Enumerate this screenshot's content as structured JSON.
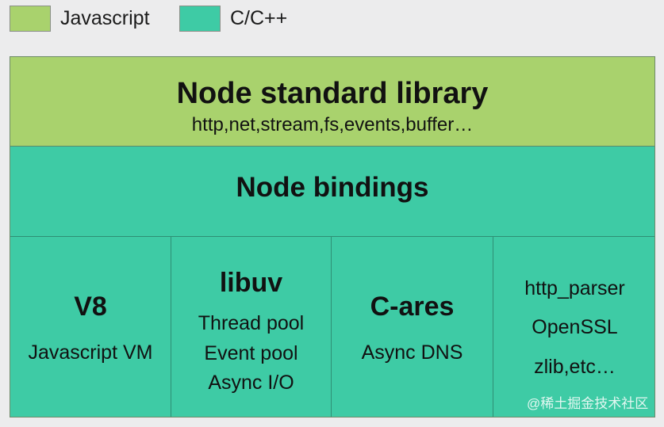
{
  "colors": {
    "javascript": "#a9d26d",
    "cpp": "#3ecba5",
    "background": "#ececed"
  },
  "legend": [
    {
      "label": "Javascript",
      "color": "#a9d26d"
    },
    {
      "label": "C/C++",
      "color": "#3ecba5"
    }
  ],
  "standard_library": {
    "title": "Node standard library",
    "modules": "http,net,stream,fs,events,buffer…"
  },
  "bindings": {
    "title": "Node bindings"
  },
  "dependencies": [
    {
      "title": "V8",
      "lines": [
        "Javascript VM"
      ]
    },
    {
      "title": "libuv",
      "lines": [
        "Thread pool",
        "Event pool",
        "Async I/O"
      ]
    },
    {
      "title": "C-ares",
      "lines": [
        "Async DNS"
      ]
    },
    {
      "title": "",
      "lines": [
        "http_parser",
        "OpenSSL",
        "zlib,etc…"
      ]
    }
  ],
  "watermark": "@稀土掘金技术社区"
}
